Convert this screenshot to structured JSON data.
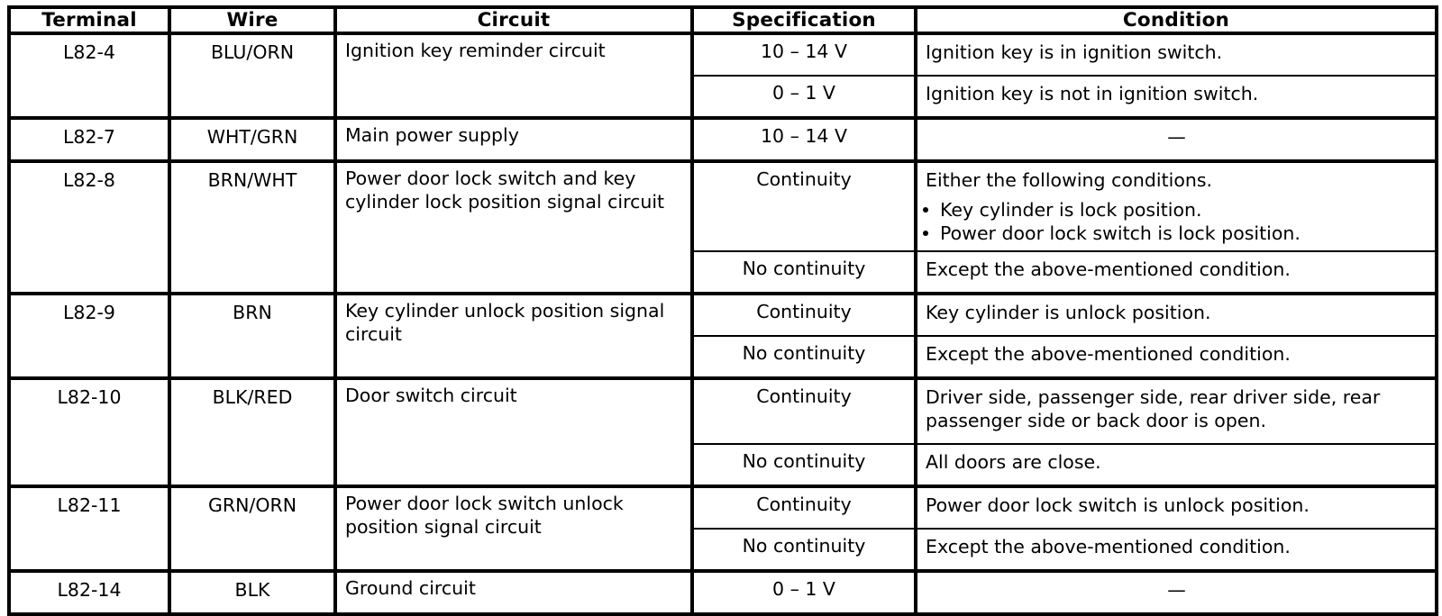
{
  "table": {
    "columns": [
      "Terminal",
      "Wire",
      "Circuit",
      "Specification",
      "Condition"
    ],
    "dash_symbol": "—",
    "rows": [
      {
        "terminal": "L82-4",
        "wire": "BLU/ORN",
        "circuit": "Ignition key reminder circuit",
        "subrows": [
          {
            "specification": "10 – 14 V",
            "condition": "Ignition key is in ignition switch."
          },
          {
            "specification": "0 – 1 V",
            "condition": "Ignition key is not in ignition switch."
          }
        ]
      },
      {
        "terminal": "L82-7",
        "wire": "WHT/GRN",
        "circuit": "Main power supply",
        "subrows": [
          {
            "specification": "10 – 14 V",
            "condition": "—",
            "condition_centered": true
          }
        ]
      },
      {
        "terminal": "L82-8",
        "wire": "BRN/WHT",
        "circuit": "Power door lock switch and key cylinder lock position signal circuit",
        "subrows": [
          {
            "specification": "Continuity",
            "condition": "Either the following conditions.",
            "bullets": [
              "Key cylinder is lock position.",
              "Power door lock switch is lock position."
            ]
          },
          {
            "specification": "No continuity",
            "condition": "Except the above-mentioned condition."
          }
        ]
      },
      {
        "terminal": "L82-9",
        "wire": "BRN",
        "circuit": "Key cylinder unlock position signal circuit",
        "subrows": [
          {
            "specification": "Continuity",
            "condition": "Key cylinder is unlock position."
          },
          {
            "specification": "No continuity",
            "condition": "Except the above-mentioned condition."
          }
        ]
      },
      {
        "terminal": "L82-10",
        "wire": "BLK/RED",
        "circuit": "Door switch circuit",
        "subrows": [
          {
            "specification": "Continuity",
            "condition": "Driver side, passenger side, rear driver side, rear passenger side or back door is open."
          },
          {
            "specification": "No continuity",
            "condition": "All doors are close."
          }
        ]
      },
      {
        "terminal": "L82-11",
        "wire": "GRN/ORN",
        "circuit": "Power door lock switch unlock position signal circuit",
        "subrows": [
          {
            "specification": "Continuity",
            "condition": "Power door lock switch is unlock position."
          },
          {
            "specification": "No continuity",
            "condition": "Except the above-mentioned condition."
          }
        ]
      },
      {
        "terminal": "L82-14",
        "wire": "BLK",
        "circuit": "Ground circuit",
        "subrows": [
          {
            "specification": "0 – 1 V",
            "condition": "—",
            "condition_centered": true
          }
        ]
      }
    ]
  }
}
